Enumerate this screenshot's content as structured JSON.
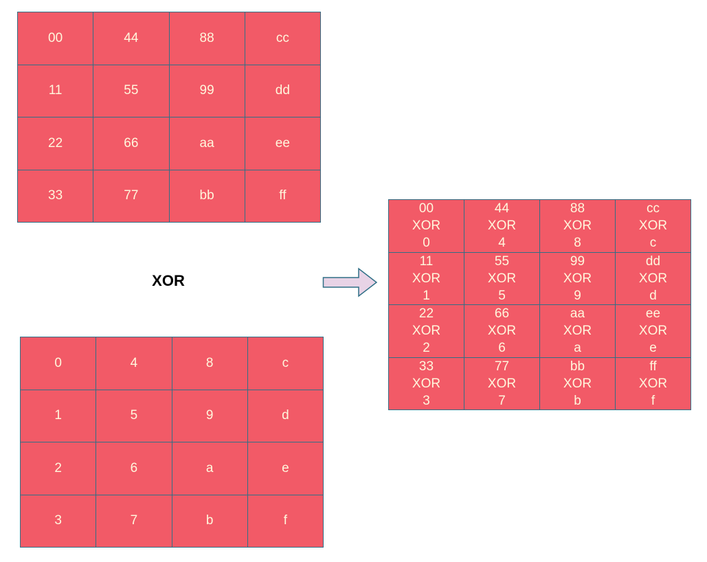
{
  "top_matrix": [
    [
      "00",
      "44",
      "88",
      "cc"
    ],
    [
      "11",
      "55",
      "99",
      "dd"
    ],
    [
      "22",
      "66",
      "aa",
      "ee"
    ],
    [
      "33",
      "77",
      "bb",
      "ff"
    ]
  ],
  "bottom_matrix": [
    [
      "0",
      "4",
      "8",
      "c"
    ],
    [
      "1",
      "5",
      "9",
      "d"
    ],
    [
      "2",
      "6",
      "a",
      "e"
    ],
    [
      "3",
      "7",
      "b",
      "f"
    ]
  ],
  "operator_label": "XOR",
  "result_matrix": [
    [
      [
        "00",
        "XOR",
        "0"
      ],
      [
        "44",
        "XOR",
        "4"
      ],
      [
        "88",
        "XOR",
        "8"
      ],
      [
        "cc",
        "XOR",
        "c"
      ]
    ],
    [
      [
        "11",
        "XOR",
        "1"
      ],
      [
        "55",
        "XOR",
        "5"
      ],
      [
        "99",
        "XOR",
        "9"
      ],
      [
        "dd",
        "XOR",
        "d"
      ]
    ],
    [
      [
        "22",
        "XOR",
        "2"
      ],
      [
        "66",
        "XOR",
        "6"
      ],
      [
        "aa",
        "XOR",
        "a"
      ],
      [
        "ee",
        "XOR",
        "e"
      ]
    ],
    [
      [
        "33",
        "XOR",
        "3"
      ],
      [
        "77",
        "XOR",
        "7"
      ],
      [
        "bb",
        "XOR",
        "b"
      ],
      [
        "ff",
        "XOR",
        "f"
      ]
    ]
  ],
  "colors": {
    "cell_fill": "#f25a67",
    "cell_border": "#2f6f86",
    "cell_text": "#fff6dc",
    "arrow_fill": "#e8d3e6"
  }
}
